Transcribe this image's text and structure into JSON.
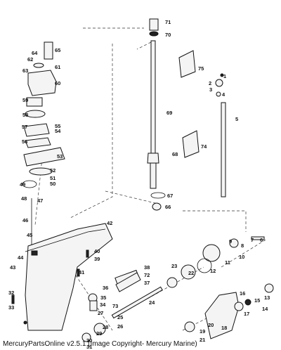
{
  "caption": "MercuryPartsOnline v2.5.1 (Image Copyright- Mercury Marine)",
  "callouts": [
    "1",
    "2",
    "3",
    "4",
    "5",
    "6",
    "7",
    "8",
    "9",
    "10",
    "11",
    "12",
    "13",
    "14",
    "15",
    "16",
    "17",
    "18",
    "19",
    "20",
    "21",
    "22",
    "23",
    "24",
    "25",
    "26",
    "27",
    "28",
    "29",
    "30",
    "31",
    "32",
    "33",
    "34",
    "35",
    "36",
    "37",
    "38",
    "39",
    "40",
    "41",
    "42",
    "43",
    "44",
    "45",
    "46",
    "47",
    "48",
    "49",
    "50",
    "51",
    "52",
    "53",
    "54",
    "55",
    "56",
    "57",
    "58",
    "59",
    "60",
    "61",
    "62",
    "63",
    "64",
    "65",
    "66",
    "67",
    "68",
    "69",
    "70",
    "71",
    "72",
    "73",
    "74",
    "75"
  ]
}
